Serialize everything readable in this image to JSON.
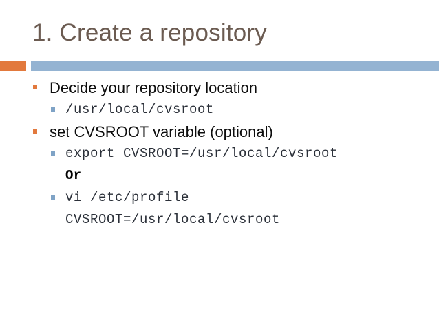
{
  "slide": {
    "title": "1. Create a repository",
    "colors": {
      "title_text": "#6B5B51",
      "accent_orange": "#E2793D",
      "rule_blue": "#94B3D2",
      "bullet_level1": "#E2793D",
      "bullet_level2": "#7FA3C6",
      "body_text": "#0D0D0D",
      "code_text": "#2B3039",
      "background": "#FFFFFF"
    },
    "content": [
      {
        "level": 1,
        "bullet": true,
        "style": "sans",
        "text": "Decide your repository location"
      },
      {
        "level": 2,
        "bullet": true,
        "style": "mono",
        "text": "/usr/local/cvsroot"
      },
      {
        "level": 1,
        "bullet": true,
        "style": "sans",
        "text": "set CVSROOT variable (optional)"
      },
      {
        "level": 2,
        "bullet": true,
        "style": "mono",
        "text": "export CVSROOT=/usr/local/cvsroot"
      },
      {
        "level": 2,
        "bullet": false,
        "style": "mono-bold",
        "text": "Or"
      },
      {
        "level": 2,
        "bullet": true,
        "style": "mono",
        "text": "vi /etc/profile"
      },
      {
        "level": 2,
        "bullet": false,
        "style": "mono",
        "text": "CVSROOT=/usr/local/cvsroot"
      }
    ]
  }
}
